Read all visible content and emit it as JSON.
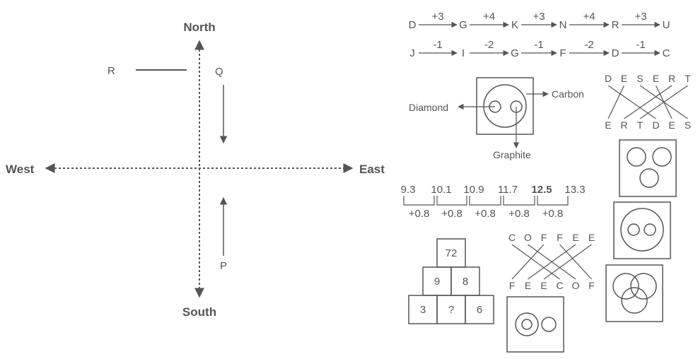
{
  "compass": {
    "north": "North",
    "south": "South",
    "east": "East",
    "west": "West",
    "points": [
      "R",
      "Q",
      "P"
    ]
  },
  "letter_series_forward": {
    "letters": [
      "D",
      "G",
      "K",
      "N",
      "R",
      "U"
    ],
    "steps": [
      "+3",
      "+4",
      "+3",
      "+4",
      "+3"
    ]
  },
  "letter_series_backward": {
    "letters": [
      "J",
      "I",
      "G",
      "F",
      "D",
      "C"
    ],
    "steps": [
      "-1",
      "-2",
      "-1",
      "-2",
      "-1"
    ]
  },
  "venn_labels": {
    "left": "Diamond",
    "right": "Carbon",
    "bottom": "Graphite"
  },
  "word_cross_1": {
    "top": [
      "D",
      "E",
      "S",
      "E",
      "R",
      "T"
    ],
    "bottom": [
      "E",
      "R",
      "T",
      "D",
      "E",
      "S"
    ]
  },
  "word_cross_2": {
    "top": [
      "C",
      "O",
      "F",
      "F",
      "E",
      "E"
    ],
    "bottom": [
      "F",
      "E",
      "E",
      "C",
      "O",
      "F"
    ]
  },
  "number_series": {
    "values": [
      "9.3",
      "10.1",
      "10.9",
      "11.7",
      "12.5",
      "13.3"
    ],
    "highlight_index": 4,
    "steps": [
      "+0.8",
      "+0.8",
      "+0.8",
      "+0.8",
      "+0.8"
    ]
  },
  "pyramid": {
    "top": "72",
    "middle": [
      "9",
      "8"
    ],
    "bottom": [
      "3",
      "?",
      "6"
    ]
  }
}
